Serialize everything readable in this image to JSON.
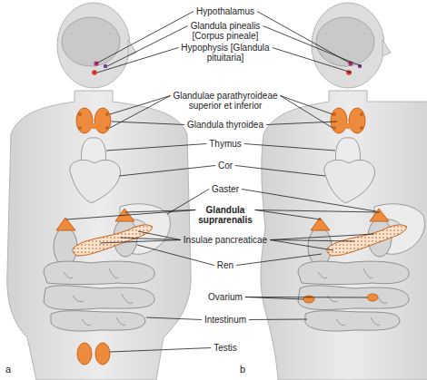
{
  "diagram": {
    "labels": [
      "Hypothalamus",
      "Glandula pinealis [Corpus pineale]",
      "Hypophysis [Glandula pituitaria]",
      "Glandulae parathyroideae superior et inferior",
      "Glandula thyroidea",
      "Thymus",
      "Cor",
      "Gaster",
      "Glandula suprarenalis",
      "Insulae pancreaticae",
      "Ren",
      "Ovarium",
      "Intestinum",
      "Testis",
      "a",
      "b"
    ]
  }
}
